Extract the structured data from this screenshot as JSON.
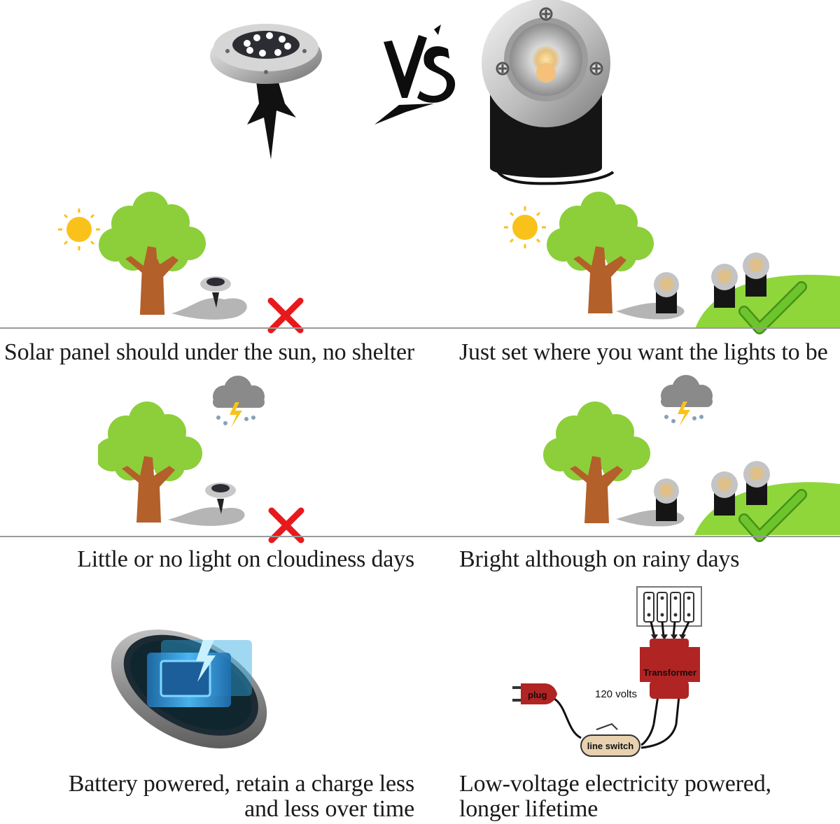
{
  "header": {
    "vs_text": "VS"
  },
  "rows": [
    {
      "left_caption": "Solar panel should under the sun, no shelter",
      "right_caption": "Just set where you want the lights to be"
    },
    {
      "left_caption": "Little or no light on cloudiness days",
      "right_caption": "Bright although on rainy days"
    },
    {
      "left_caption_lines": [
        "Battery powered, retain a charge less",
        "and less over time"
      ],
      "right_caption_lines": [
        "Low-voltage electricity powered,",
        "longer lifetime"
      ]
    }
  ],
  "wiring": {
    "transformer_label": "Transformer",
    "plug_label": "plug",
    "volts_label": "120 volts",
    "switch_label": "line switch"
  },
  "colors": {
    "tree_green": "#8ccf3a",
    "trunk_brown": "#b4602a",
    "sun_yellow": "#f9c21b",
    "cross_red": "#e8191d",
    "check_green": "#6cc62b",
    "hill_green": "#8ed63a",
    "transformer_red": "#b02424"
  },
  "icons": {
    "solar_light": "solar-disk-light-icon",
    "wired_light": "wired-inground-light-icon",
    "sun": "sun-icon",
    "storm_cloud": "storm-cloud-icon",
    "tree": "tree-icon",
    "cross": "cross-mark-icon",
    "check": "check-mark-icon",
    "battery": "battery-disk-icon"
  }
}
